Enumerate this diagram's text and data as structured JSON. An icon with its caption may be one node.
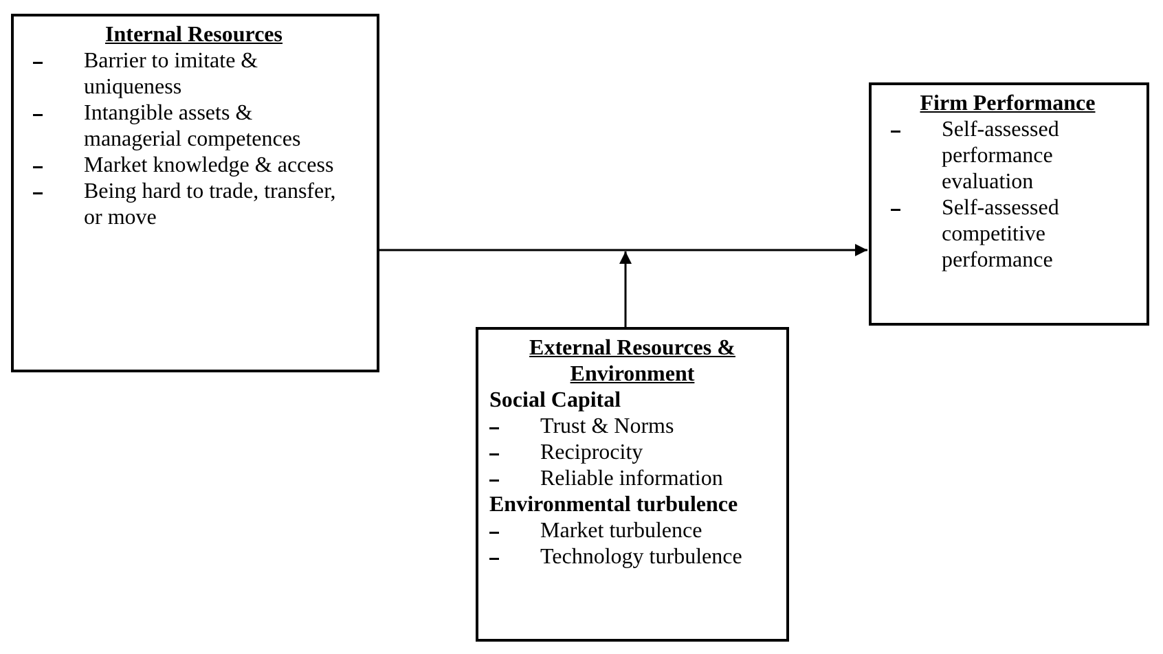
{
  "diagram": {
    "nodes": [
      {
        "text": [
          "Internal Resources",
          "Barrier to imitate & uniqueness",
          "Intangible assets & managerial competences",
          "Market knowledge & access",
          "Being hard to trade, transfer, or move"
        ]
      },
      {
        "text": [
          "Firm Performance",
          "Self-assessed performance evaluation",
          "Self-assessed competitive performance"
        ]
      },
      {
        "text": [
          "External Resources & Environment",
          "Social Capital",
          "Trust & Norms",
          "Reciprocity",
          "Reliable information",
          "Environmental turbulence",
          "Market turbulence",
          "Technology turbulence"
        ]
      }
    ],
    "edges": [
      {
        "from": 0,
        "to": 1,
        "arrow": "to"
      },
      {
        "from": 2,
        "to": null,
        "arrow": "to"
      }
    ]
  }
}
